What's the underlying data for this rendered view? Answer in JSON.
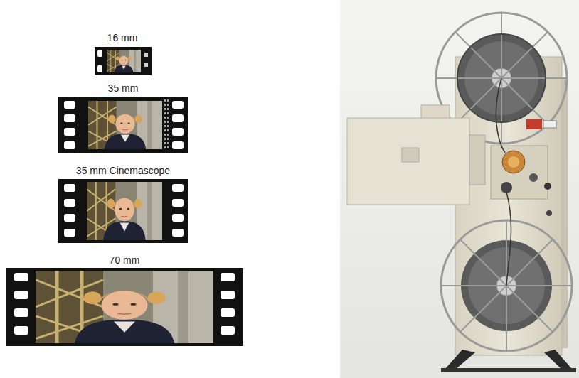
{
  "diagram": {
    "labels": [
      "16 mm",
      "35 mm",
      "35 mm Cinemascope",
      "70 mm"
    ]
  }
}
